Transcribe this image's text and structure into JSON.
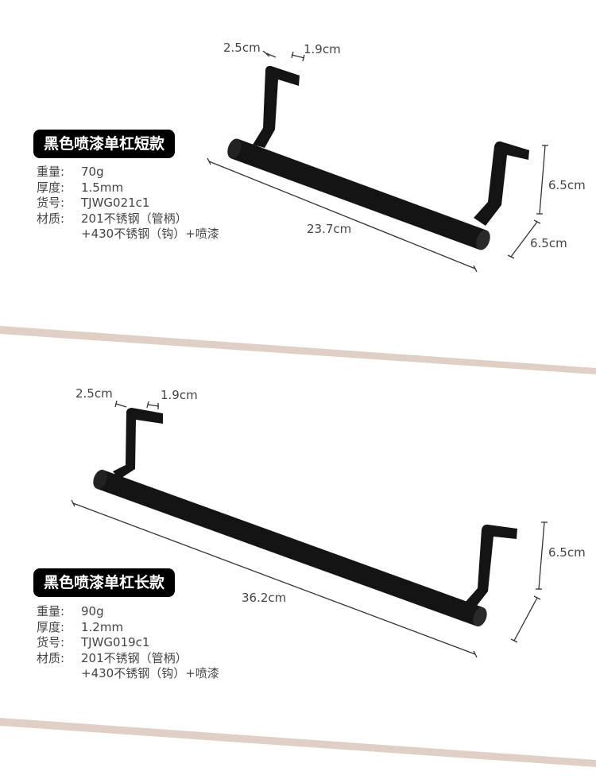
{
  "products": [
    {
      "title": "黑色喷漆单杠短款",
      "specs": [
        {
          "label": "重量:",
          "value": "70g"
        },
        {
          "label": "厚度:",
          "value": "1.5mm"
        },
        {
          "label": "货号:",
          "value": "TJWG021c1"
        },
        {
          "label": "材质:",
          "value": "201不锈钢（管柄）"
        }
      ],
      "spec_continuation": "+430不锈钢（钩）+喷漆",
      "dimensions": {
        "hook_depth": "2.5cm",
        "hook_width": "1.9cm",
        "length": "23.7cm",
        "height": "6.5cm",
        "depth": "6.5cm"
      }
    },
    {
      "title": "黑色喷漆单杠长款",
      "specs": [
        {
          "label": "重量:",
          "value": "90g"
        },
        {
          "label": "厚度:",
          "value": "1.2mm"
        },
        {
          "label": "货号:",
          "value": "TJWG019c1"
        },
        {
          "label": "材质:",
          "value": "201不锈钢（管柄）"
        }
      ],
      "spec_continuation": "+430不锈钢（钩）+喷漆",
      "dimensions": {
        "hook_depth": "2.5cm",
        "hook_width": "1.9cm",
        "length": "36.2cm",
        "height": "6.5cm"
      }
    }
  ],
  "colors": {
    "product": "#141414",
    "badge_bg": "#000000",
    "badge_text": "#ffffff",
    "divider": "#e0cfc5",
    "dimension_line": "#333333"
  }
}
